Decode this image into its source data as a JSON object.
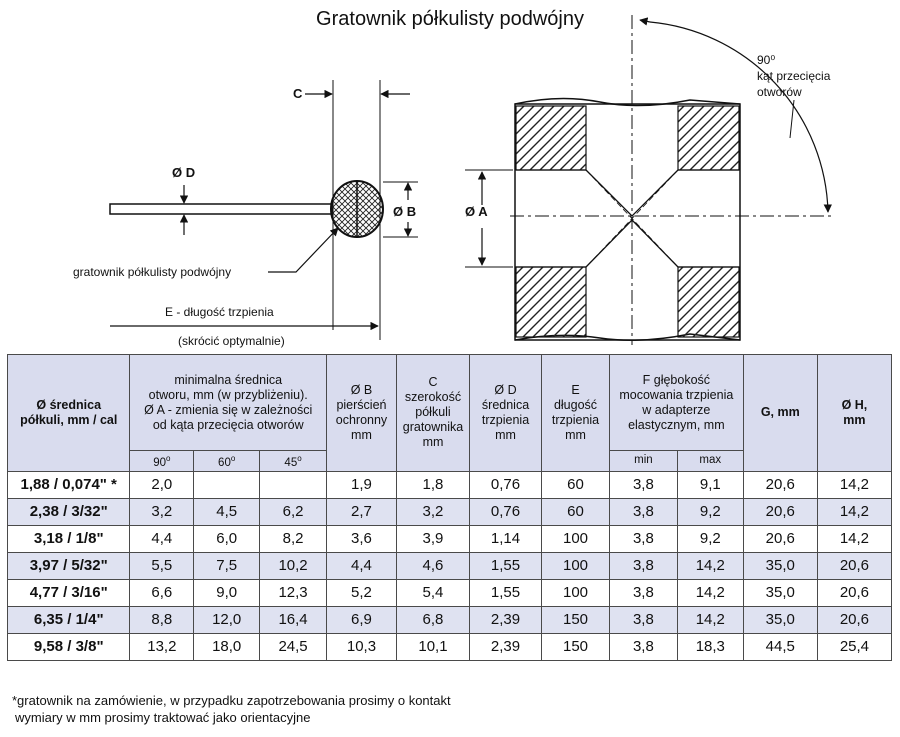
{
  "title": "Gratownik półkulisty podwójny",
  "drawing": {
    "label_c": "C",
    "label_d": "Ø D",
    "label_b": "Ø B",
    "label_a": "Ø A",
    "label_angle_value": "90⁰",
    "label_angle_line1": "kąt przecięcia",
    "label_angle_line2": "otworów",
    "label_tool": "gratownik półkulisty podwójny",
    "label_e": "E - długość trzpienia",
    "label_e_note": "(skrócić optymalnie)"
  },
  "table": {
    "headers": {
      "size": "Ø średnica półkuli, mm / cal",
      "a_line1": "minimalna średnica",
      "a_line2": "otworu, mm (w przybliżeniu).",
      "a_line3": "Ø A - zmienia się w zależności",
      "a_line4": "od kąta przecięcia otworów",
      "a90": "90",
      "a60": "60",
      "a45": "45",
      "b": "Ø B pierścień ochronny mm",
      "c": "C szerokość półkuli gratownika mm",
      "d": "Ø D średnica trzpienia mm",
      "e": "E długość trzpienia mm",
      "f_line1": "F głębokość",
      "f_line2": "mocowania trzpienia",
      "f_line3": "w adapterze",
      "f_line4": "elastycznym, mm",
      "fmin": "min",
      "fmax": "max",
      "g": "G, mm",
      "h": "Ø H, mm"
    },
    "rows": [
      {
        "size": "1,88 / 0,074\" *",
        "a90": "2,0",
        "a60": "",
        "a45": "",
        "b": "1,9",
        "c": "1,8",
        "d": "0,76",
        "e": "60",
        "fmin": "3,8",
        "fmax": "9,1",
        "g": "20,6",
        "h": "14,2"
      },
      {
        "size": "2,38 / 3/32\"",
        "a90": "3,2",
        "a60": "4,5",
        "a45": "6,2",
        "b": "2,7",
        "c": "3,2",
        "d": "0,76",
        "e": "60",
        "fmin": "3,8",
        "fmax": "9,2",
        "g": "20,6",
        "h": "14,2"
      },
      {
        "size": "3,18 / 1/8\"",
        "a90": "4,4",
        "a60": "6,0",
        "a45": "8,2",
        "b": "3,6",
        "c": "3,9",
        "d": "1,14",
        "e": "100",
        "fmin": "3,8",
        "fmax": "9,2",
        "g": "20,6",
        "h": "14,2"
      },
      {
        "size": "3,97 / 5/32\"",
        "a90": "5,5",
        "a60": "7,5",
        "a45": "10,2",
        "b": "4,4",
        "c": "4,6",
        "d": "1,55",
        "e": "100",
        "fmin": "3,8",
        "fmax": "14,2",
        "g": "35,0",
        "h": "20,6"
      },
      {
        "size": "4,77 / 3/16\"",
        "a90": "6,6",
        "a60": "9,0",
        "a45": "12,3",
        "b": "5,2",
        "c": "5,4",
        "d": "1,55",
        "e": "100",
        "fmin": "3,8",
        "fmax": "14,2",
        "g": "35,0",
        "h": "20,6"
      },
      {
        "size": "6,35 / 1/4\"",
        "a90": "8,8",
        "a60": "12,0",
        "a45": "16,4",
        "b": "6,9",
        "c": "6,8",
        "d": "2,39",
        "e": "150",
        "fmin": "3,8",
        "fmax": "14,2",
        "g": "35,0",
        "h": "20,6"
      },
      {
        "size": "9,58 / 3/8\"",
        "a90": "13,2",
        "a60": "18,0",
        "a45": "24,5",
        "b": "10,3",
        "c": "10,1",
        "d": "2,39",
        "e": "150",
        "fmin": "3,8",
        "fmax": "18,3",
        "g": "44,5",
        "h": "25,4"
      }
    ]
  },
  "notes": {
    "line1": "*gratownik na zamówienie, w przypadku zapotrzebowania prosimy o kontakt",
    "line2": "wymiary w mm prosimy traktować jako orientacyjne"
  },
  "colors": {
    "header_bg": "#d9dcee",
    "row_alt_bg": "#dfe2f1"
  }
}
